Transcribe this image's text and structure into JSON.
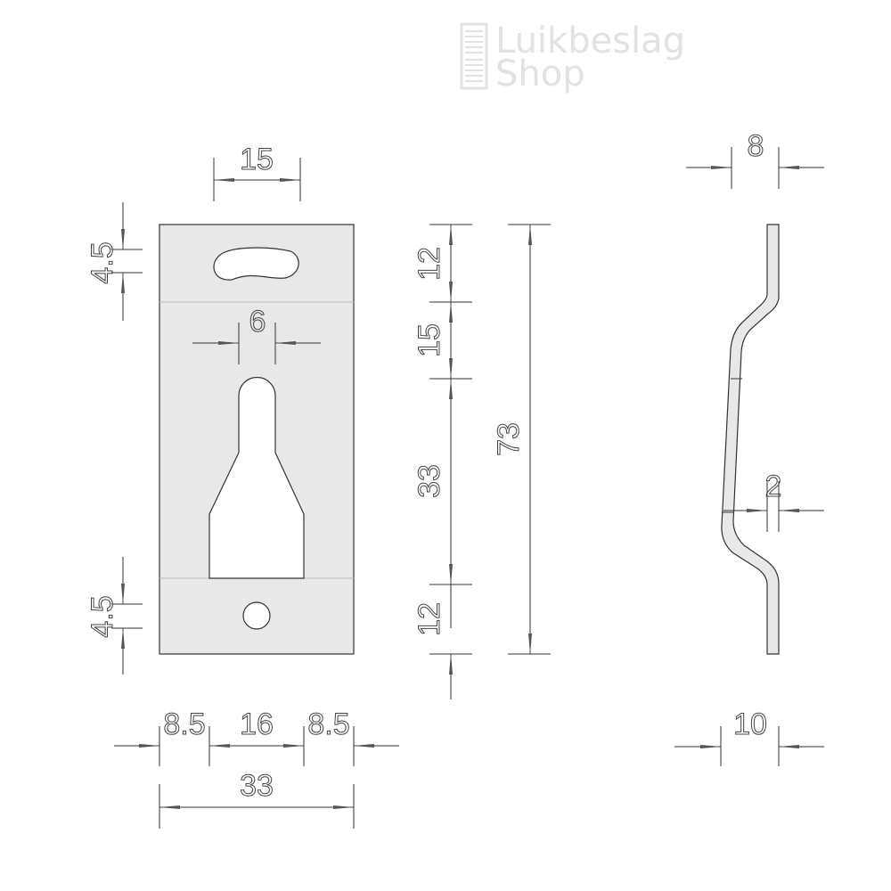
{
  "logo": {
    "line1": "Luikbeslag",
    "line2": "Shop"
  },
  "front_view": {
    "dims": {
      "slot_width": "15",
      "keyhole_width": "6",
      "top_slot_height": "4.5",
      "bottom_hole_height": "4.5",
      "left_margin": "8.5",
      "center_width": "16",
      "right_margin": "8.5",
      "total_width": "33"
    }
  },
  "height_dims": {
    "top_section": "12",
    "neck": "15",
    "keyhole": "33",
    "bottom_section": "12",
    "total_height": "73"
  },
  "side_view": {
    "dims": {
      "offset_top": "8",
      "thickness": "2",
      "depth": "10"
    }
  },
  "colors": {
    "part_fill": "#e8e8e8",
    "line": "#333333",
    "logo": "#e2e2e2"
  }
}
